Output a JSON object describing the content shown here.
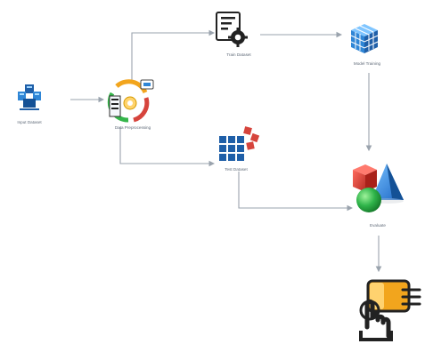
{
  "nodes": {
    "input_dataset": {
      "label": "Input Dataset",
      "icon": "database-cluster-icon"
    },
    "data_preprocessing": {
      "label": "Data Preprocessing",
      "icon": "data-refresh-icon"
    },
    "train_dataset": {
      "label": "Train Dataset",
      "icon": "settings-document-icon"
    },
    "model_training": {
      "label": "Model Training",
      "icon": "cube-grid-icon"
    },
    "test_dataset": {
      "label": "Test Dataset",
      "icon": "tiles-icon"
    },
    "evaluate": {
      "label": "Evaluate",
      "icon": "3d-shapes-icon"
    },
    "prediction": {
      "label": "",
      "icon": "touch-screen-icon"
    }
  },
  "colors": {
    "edge": "#9aa3ad",
    "blue": "#2f86d6",
    "dark_blue": "#1f5fa8",
    "red": "#d6443c",
    "green": "#35b54a",
    "orange": "#f2a51d",
    "black": "#222222"
  }
}
